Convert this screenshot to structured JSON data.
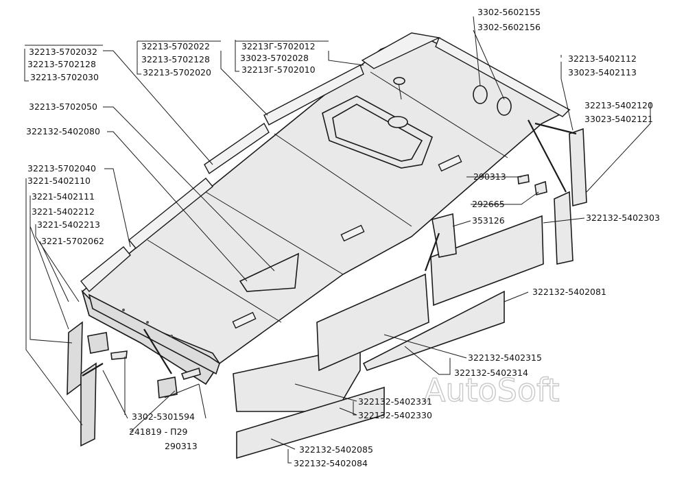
{
  "labels": {
    "l01": "32213-5702032",
    "l02": "32213-5702128",
    "l03": "32213-5702030",
    "l04": "32213-5702022",
    "l05": "32213-5702128",
    "l06": "32213-5702020",
    "l07": "32213Г-5702012",
    "l08": "33023-5702028",
    "l09": "32213Г-5702010",
    "l10": "3302-5602155",
    "l11": "3302-5602156",
    "l12": "32213-5402112",
    "l13": "33023-5402113",
    "l14": "32213-5702050",
    "l15": "322132-5402080",
    "l16": "32213-5402120",
    "l17": "33023-5402121",
    "l18": "32213-5702040",
    "l19": "3221-5402110",
    "l20": "3221-5402111",
    "l21": "3221-5402212",
    "l22": "3221-5402213",
    "l23": "3221-5702062",
    "l24": "290313",
    "l25": "292665",
    "l26": "353126",
    "l27": "322132-5402303",
    "l28": "322132-5402081",
    "l29": "322132-5402315",
    "l30": "322132-5402314",
    "l31": "322132-5402331",
    "l32": "322132-5402330",
    "l33": "3302-5301594",
    "l34": "241819 - П29",
    "l35": "290313",
    "l36": "322132-5402085",
    "l37": "322132-5402084"
  },
  "watermark": "AutoSoft"
}
